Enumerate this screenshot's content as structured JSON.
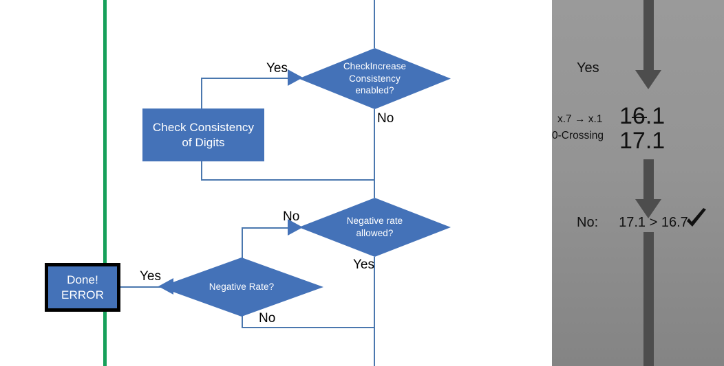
{
  "colors": {
    "process_fill": "#4472b8",
    "process_text": "#ffffff",
    "connector": "#4a77ae",
    "green_rule": "#16a05a",
    "panel_bg": "#949494",
    "panel_arrow": "#4d4d4d",
    "label_text": "#000000",
    "error_border": "#000000"
  },
  "flowchart": {
    "decision_check_increase": {
      "line1": "CheckIncrease",
      "line2": "Consistency",
      "line3": "enabled?",
      "yes_label": "Yes",
      "no_label": "No"
    },
    "process_check_consistency": {
      "line1": "Check Consistency",
      "line2": "of Digits"
    },
    "decision_negative_rate_allowed": {
      "line1": "Negative rate",
      "line2": "allowed?",
      "no_label": "No",
      "yes_label": "Yes"
    },
    "decision_negative_rate": {
      "line1": "Negative Rate?",
      "no_label": "No"
    },
    "terminator_error": {
      "line1": "Done!",
      "line2": "ERROR",
      "yes_label": "Yes"
    }
  },
  "panel": {
    "yes_label": "Yes",
    "annotation_line1": "x.7 → x.1",
    "annotation_line2": "0-Crossing",
    "value_struck_prefix": "1",
    "value_struck_digit": "6",
    "value_struck_suffix": ".1",
    "value_current": "17.1",
    "comparison_prefix": "No:",
    "comparison_expr": "17.1 > 16.7",
    "check_mark": "✔"
  }
}
